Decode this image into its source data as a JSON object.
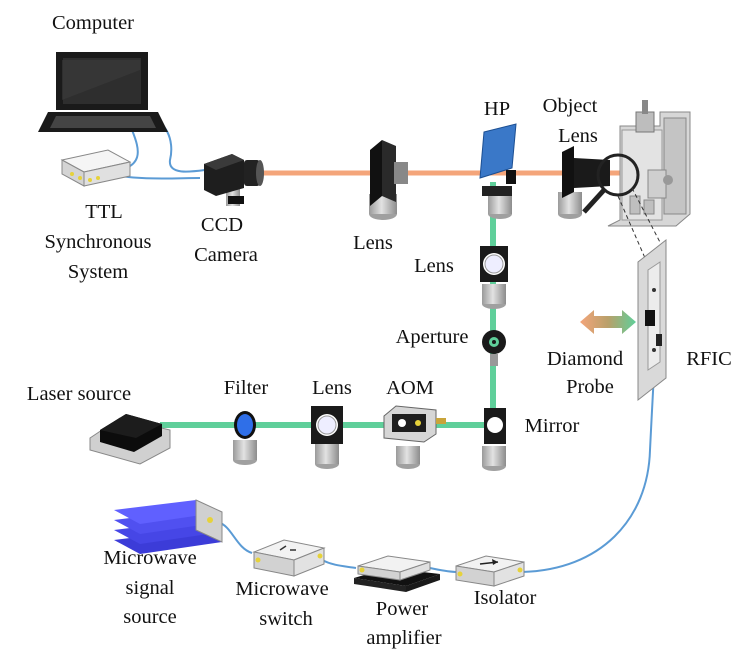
{
  "labels": {
    "computer": "Computer",
    "ttl_line1": "TTL",
    "ttl_line2": "Synchronous",
    "ttl_line3": "System",
    "ccd_line1": "CCD",
    "ccd_line2": "Camera",
    "lens_top": "Lens",
    "hp": "HP",
    "object_line1": "Object",
    "object_line2": "Lens",
    "lens_vertical": "Lens",
    "aperture": "Aperture",
    "diamond_line1": "Diamond",
    "diamond_line2": "Probe",
    "rfic": "RFIC",
    "laser_source": "Laser source",
    "filter": "Filter",
    "lens_bottom": "Lens",
    "aom": "AOM",
    "mirror": "Mirror",
    "mw_source_line1": "Microwave",
    "mw_source_line2": "signal",
    "mw_source_line3": "source",
    "mw_switch_line1": "Microwave",
    "mw_switch_line2": "switch",
    "power_line1": "Power",
    "power_line2": "amplifier",
    "isolator": "Isolator"
  },
  "colors": {
    "green_beam": "#5fcf9a",
    "orange_beam": "#f4a57a",
    "cable_blue": "#5b9bd5",
    "device_dark": "#1a1a1a",
    "post_gray": "#c8c8c8",
    "box_light": "#e6e6e6",
    "microwave_blue": "#3c3cd8",
    "filter_blue": "#2f6fe8",
    "hp_blue": "#3a78c8"
  },
  "icons": [
    "laptop-icon",
    "camera-icon",
    "mirror-icon",
    "lens-mount-icon",
    "laser-icon",
    "aom-icon",
    "microscope-icon",
    "probe-arrow-icon"
  ]
}
